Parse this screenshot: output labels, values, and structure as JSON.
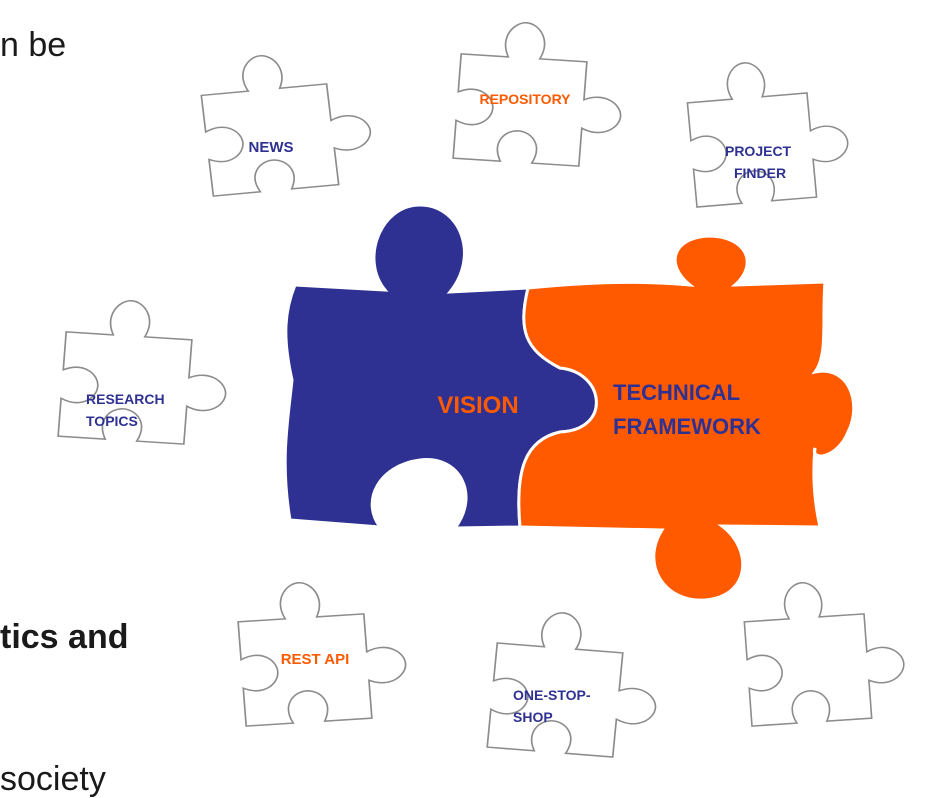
{
  "text_fragments": {
    "top": "n be",
    "middle": "tics and",
    "bottom": "society"
  },
  "pieces": {
    "news": "NEWS",
    "repository": "REPOSITORY",
    "project_finder": [
      "PROJECT",
      "FINDER"
    ],
    "research_topics": [
      "RESEARCH",
      "TOPICS"
    ],
    "vision": "VISION",
    "technical_framework": [
      "TECHNICAL",
      "FRAMEWORK"
    ],
    "rest_api": "REST API",
    "one_stop_shop": [
      "ONE-STOP-",
      "SHOP"
    ],
    "blank": ""
  },
  "colors": {
    "navy": "#2e3192",
    "orange": "#ff5a00",
    "outline": "#8c8c8c"
  }
}
